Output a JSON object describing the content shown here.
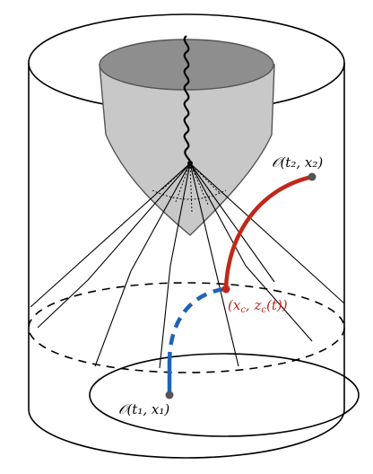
{
  "colors": {
    "background": "#ffffff",
    "stroke": "#000000",
    "cone_fill": "#c8c8c8",
    "cone_top_fill": "#8e8e8e",
    "red_trajectory": "#c0281b",
    "blue_trajectory": "#1f63b5",
    "endpoint_dot": "#555555",
    "red_label": "#c0281b",
    "black_label": "#000000"
  },
  "labels": {
    "operator_top": "𝒪(t₂, x₂)",
    "operator_bottom": "𝒪(t₁, x₁)",
    "collision_point": "(x_c, z_c(t))"
  },
  "label_parts": {
    "collision_open": "(x",
    "collision_sub1": "c",
    "collision_mid": ", z",
    "collision_sub2": "c",
    "collision_close": "(t))"
  },
  "icons": {
    "cylinder": "cylinder-shape",
    "cone": "cone-shape",
    "wavy_string": "wavy-line"
  }
}
